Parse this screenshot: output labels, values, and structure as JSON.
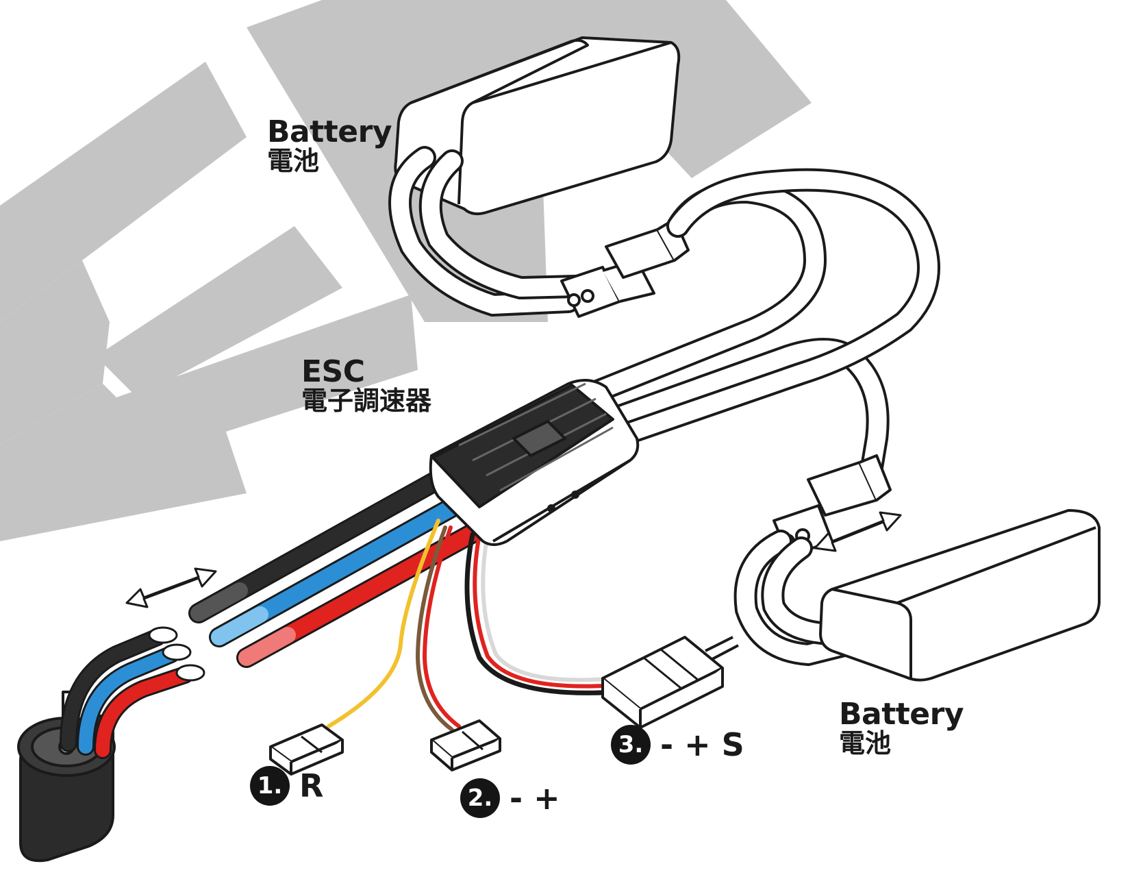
{
  "labels": {
    "battery_top": {
      "en": "Battery",
      "zh": "電池"
    },
    "esc": {
      "en": "ESC",
      "zh": "電子調速器"
    },
    "battery_bottom": {
      "en": "Battery",
      "zh": "電池"
    }
  },
  "connectors": [
    {
      "number": "1.",
      "pins": "R"
    },
    {
      "number": "2.",
      "pins": "- +"
    },
    {
      "number": "3.",
      "pins": "- + S"
    }
  ],
  "colors": {
    "watermark": "#c4c4c4",
    "wire_black": "#2b2b2b",
    "wire_blue": "#2c8fd6",
    "wire_red": "#e0231f",
    "wire_yellow": "#f2c12e",
    "wire_brown": "#7a5a3a",
    "outline": "#1a1a1a"
  }
}
